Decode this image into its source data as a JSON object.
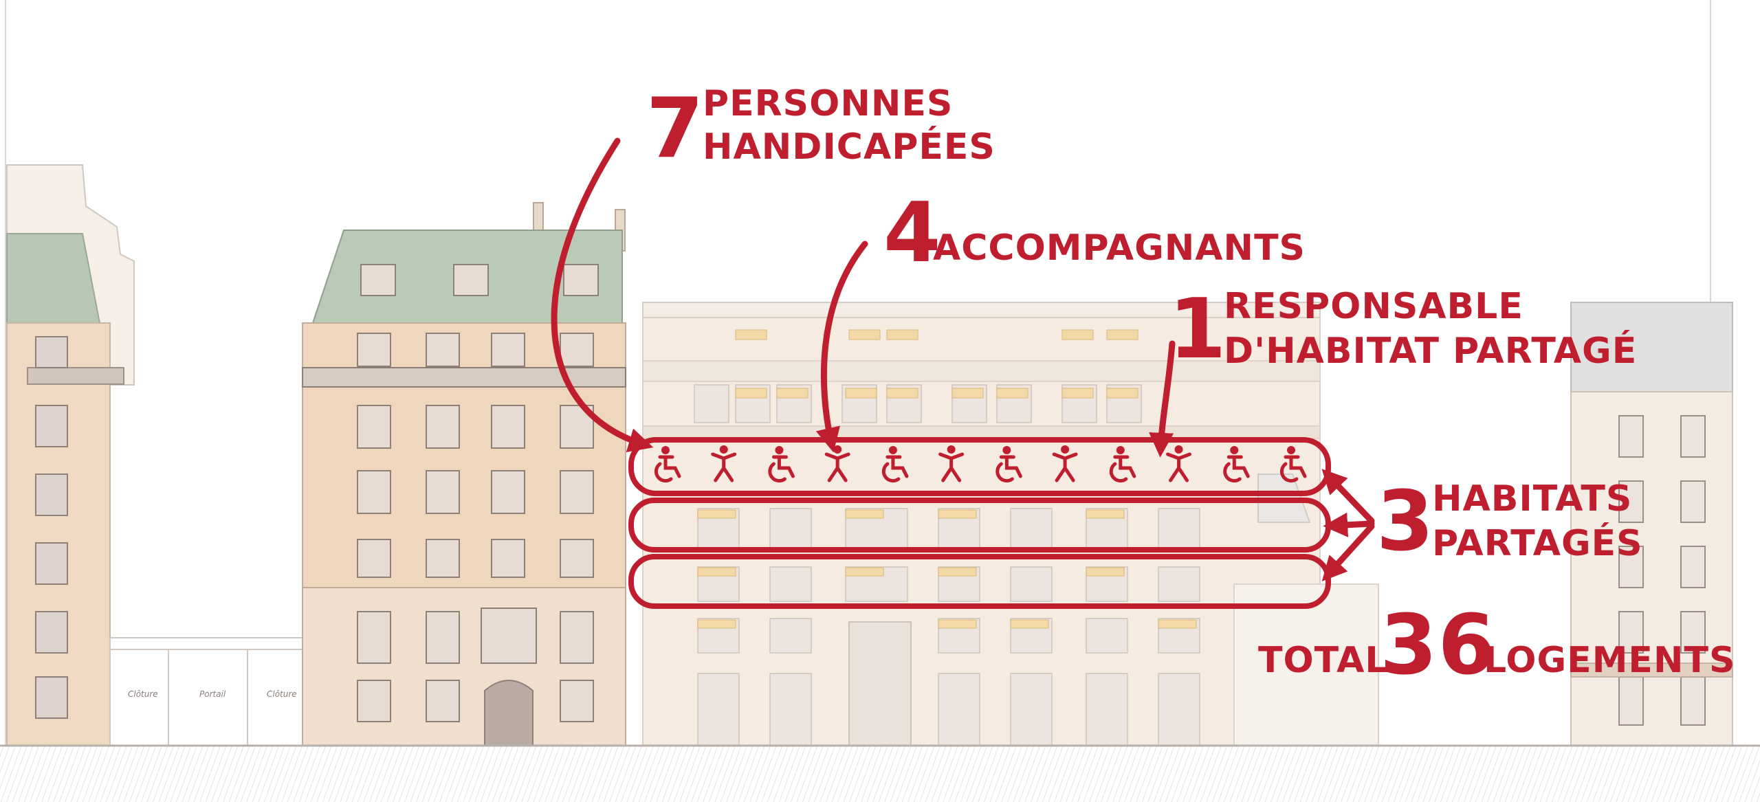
{
  "annotations": {
    "personnes": {
      "number": "7",
      "line1": "PERSONNES",
      "line2": "HANDICAPÉES"
    },
    "accompagnants": {
      "number": "4",
      "text": "ACCOMPAGNANTS"
    },
    "responsable": {
      "number": "1",
      "line1": "RESPONSABLE",
      "line2": "D'HABITAT PARTAGÉ"
    },
    "habitats": {
      "number": "3",
      "line1": "HABITATS",
      "line2": "PARTAGÉS"
    },
    "total": {
      "prefix": "TOTAL",
      "number": "36",
      "suffix": "LOGEMENTS"
    }
  },
  "building_labels": {
    "left": "Clôture",
    "middle": "Portail",
    "right": "Clôture"
  },
  "people_row": [
    "wheelchair-icon",
    "person-icon",
    "wheelchair-icon",
    "person-icon",
    "wheelchair-icon",
    "person-icon",
    "wheelchair-icon",
    "person-icon",
    "wheelchair-icon",
    "person-icon",
    "wheelchair-icon",
    "wheelchair-icon"
  ],
  "colors": {
    "accent": "#bf1e2e",
    "roof": "#9fb59c",
    "stone": "#ead3b8"
  }
}
